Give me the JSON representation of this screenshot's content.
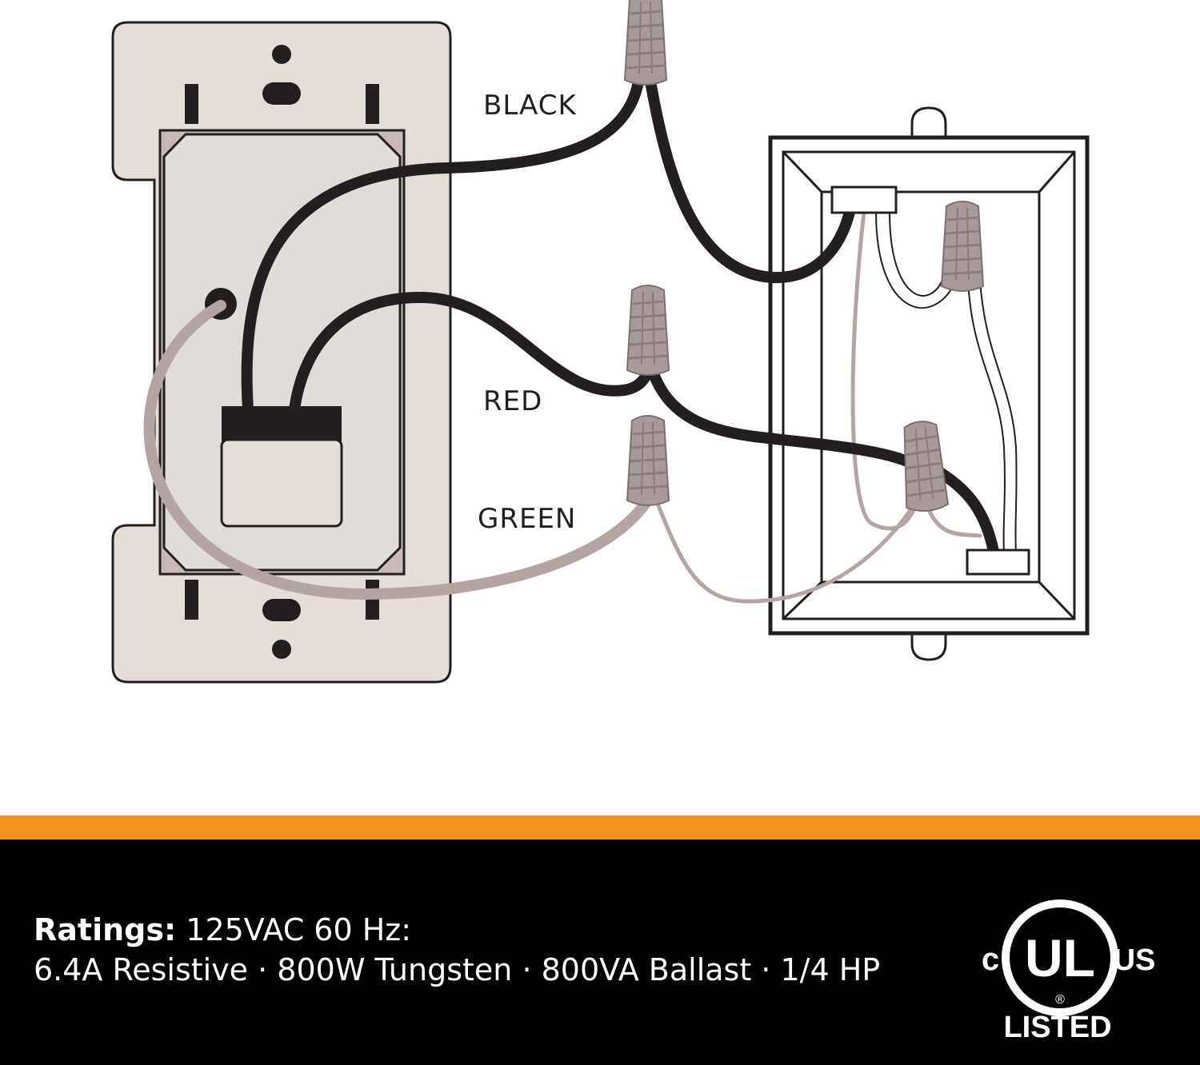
{
  "wire_labels": {
    "black": "BLACK",
    "red": "RED",
    "green": "GREEN"
  },
  "ratings": {
    "lead": "Ratings:",
    "line1": "125VAC 60 Hz:",
    "line2": "6.4A Resistive · 800W Tungsten · 800VA Ballast · 1/4 HP"
  },
  "ul_logo": {
    "left": "c",
    "center": "UL",
    "right": "US",
    "registered": "®",
    "bottom": "LISTED"
  },
  "colors": {
    "wall_plate": "#e6dcd8",
    "switch_body": "#e0dcda",
    "wire_black": "#231f20",
    "wire_ground": "#b5a5a2",
    "wire_nut": "#a8999a",
    "accent_stripe": "#f7941d",
    "band": "#000000",
    "box_outline": "#231f20"
  }
}
